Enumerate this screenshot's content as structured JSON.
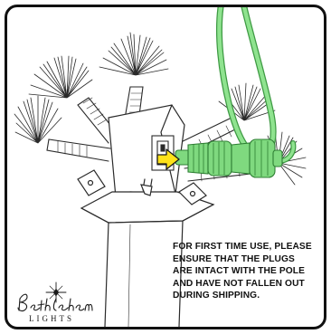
{
  "instruction": {
    "text": "FOR FIRST TIME USE, PLEASE\nENSURE THAT THE PLUGS\nARE INTACT WITH THE POLE\nAND HAVE NOT FALLEN OUT\nDURING SHIPPING."
  },
  "logo": {
    "script_text": "Bethlehem",
    "caps_text": "LIGHTS"
  },
  "colors": {
    "frame": "#111111",
    "cord_green": "#7fd97f",
    "cord_dark": "#3e9a43",
    "arrow_yellow": "#ffe21a",
    "line": "#222222"
  },
  "icons": {
    "arrow": "arrow-right-icon",
    "star": "star-icon"
  }
}
